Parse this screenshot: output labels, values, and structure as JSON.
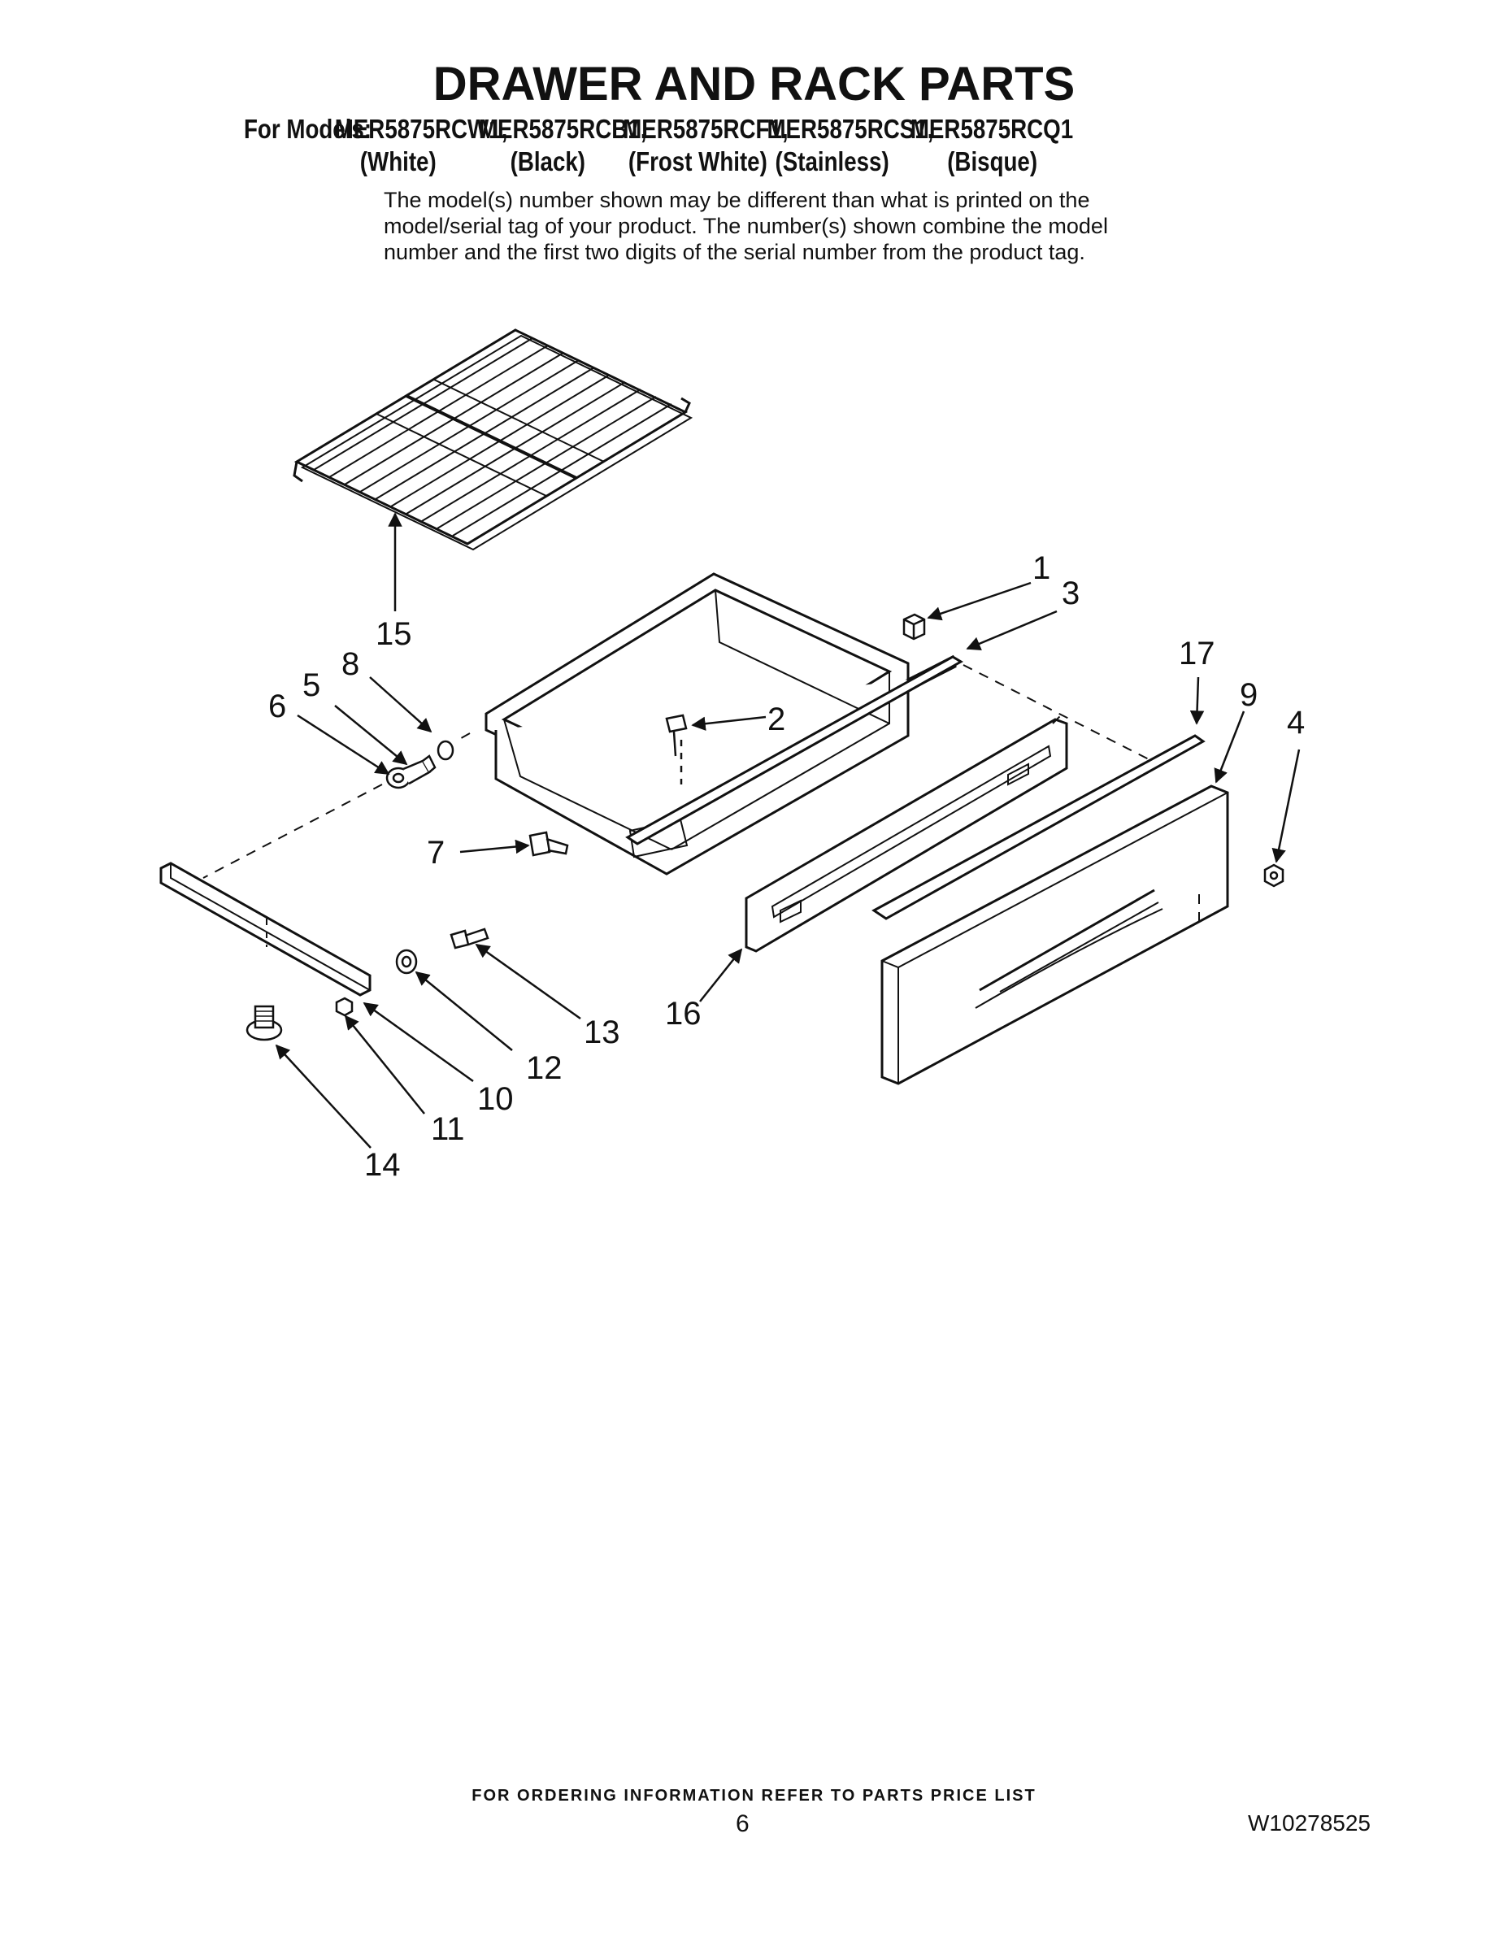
{
  "header": {
    "title": "DRAWER AND RACK PARTS",
    "models_label": "For Models:",
    "models": [
      {
        "model": "MER5875RCW1,",
        "variant": "(White)"
      },
      {
        "model": "MER5875RCB1,",
        "variant": "(Black)"
      },
      {
        "model": "MER5875RCF1,",
        "variant": "(Frost White)"
      },
      {
        "model": "MER5875RCS1,",
        "variant": "(Stainless)"
      },
      {
        "model": "MER5875RCQ1",
        "variant": "(Bisque)"
      }
    ]
  },
  "note": [
    "The model(s) number shown may be different than what is printed on the",
    "model/serial tag of your product. The number(s) shown combine the model",
    "number and the first two digits of the serial number from the product tag."
  ],
  "callouts": {
    "c1": "1",
    "c2": "2",
    "c3": "3",
    "c4": "4",
    "c5": "5",
    "c6": "6",
    "c7": "7",
    "c8": "8",
    "c9": "9",
    "c10": "10",
    "c11": "11",
    "c12": "12",
    "c13": "13",
    "c14": "14",
    "c15": "15",
    "c16": "16",
    "c17": "17"
  },
  "footer": {
    "ordering": "FOR ORDERING INFORMATION REFER TO PARTS PRICE LIST",
    "page_number": "6",
    "document_number": "W10278525"
  }
}
